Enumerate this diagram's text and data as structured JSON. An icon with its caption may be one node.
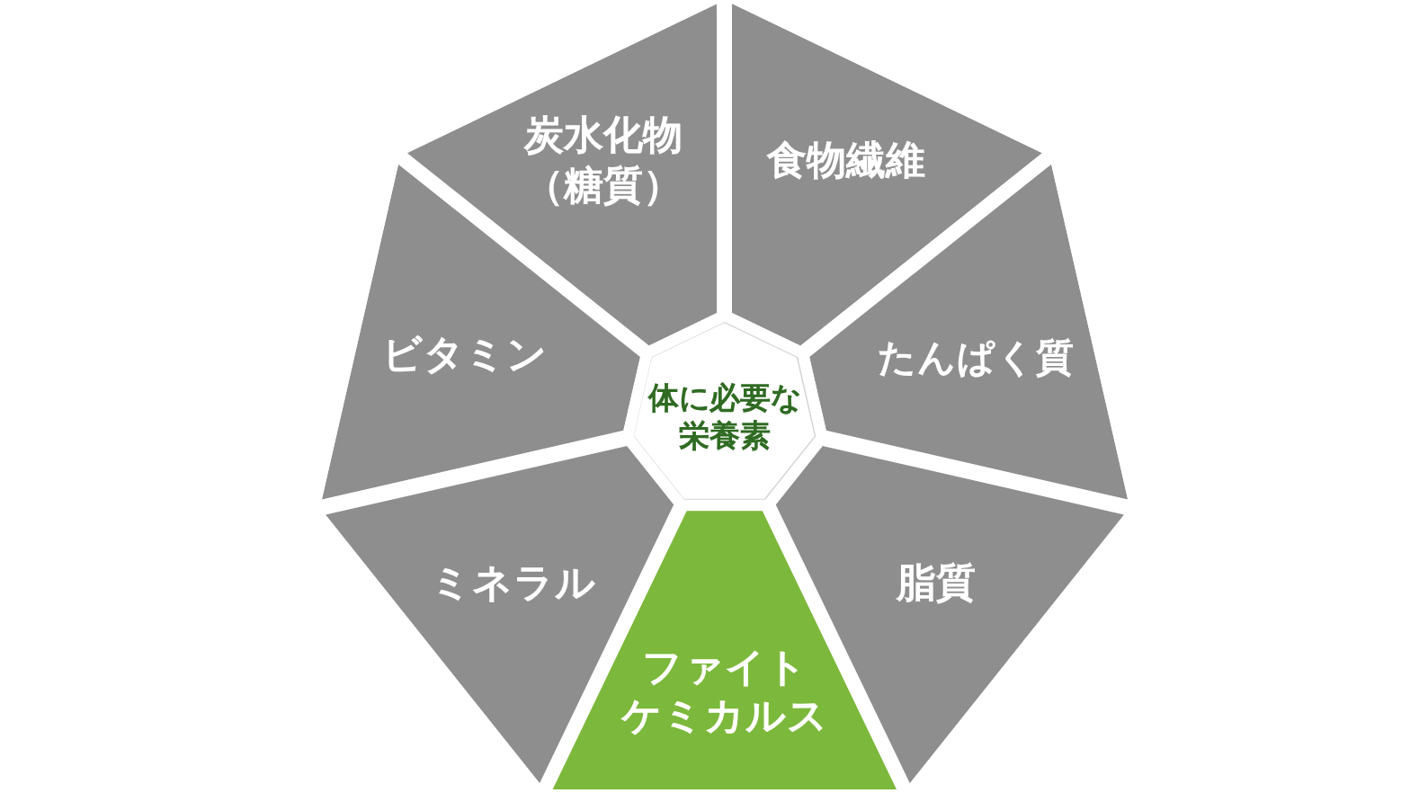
{
  "diagram": {
    "nodes": [
      {
        "text": [
          "体に必要な栄養素"
        ]
      },
      {
        "text": [
          "炭水化物（糖質）"
        ]
      },
      {
        "text": [
          "食物繊維"
        ]
      },
      {
        "text": [
          "たんぱく質"
        ]
      },
      {
        "text": [
          "脂質"
        ]
      },
      {
        "text": [
          "ファイトケミカルス"
        ]
      },
      {
        "text": [
          "ミネラル"
        ]
      },
      {
        "text": [
          "ビタミン"
        ]
      }
    ]
  }
}
